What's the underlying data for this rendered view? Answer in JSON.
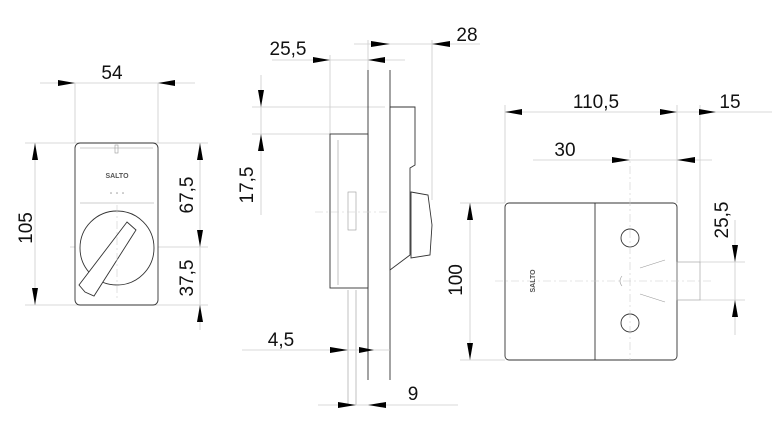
{
  "front_view": {
    "width_label": "54",
    "height_label": "105",
    "upper_label": "67,5",
    "lower_label": "37,5",
    "logo": "SALTO"
  },
  "side_view": {
    "depth_front_label": "25,5",
    "depth_back_label": "28",
    "offset_label": "17,5",
    "plate_label": "4,5",
    "plate_back_label": "9",
    "height_label": "100"
  },
  "top_view": {
    "length_label": "110,5",
    "end_label": "15",
    "hole_label": "30",
    "bolt_label": "25,5",
    "logo": "SALTO"
  }
}
